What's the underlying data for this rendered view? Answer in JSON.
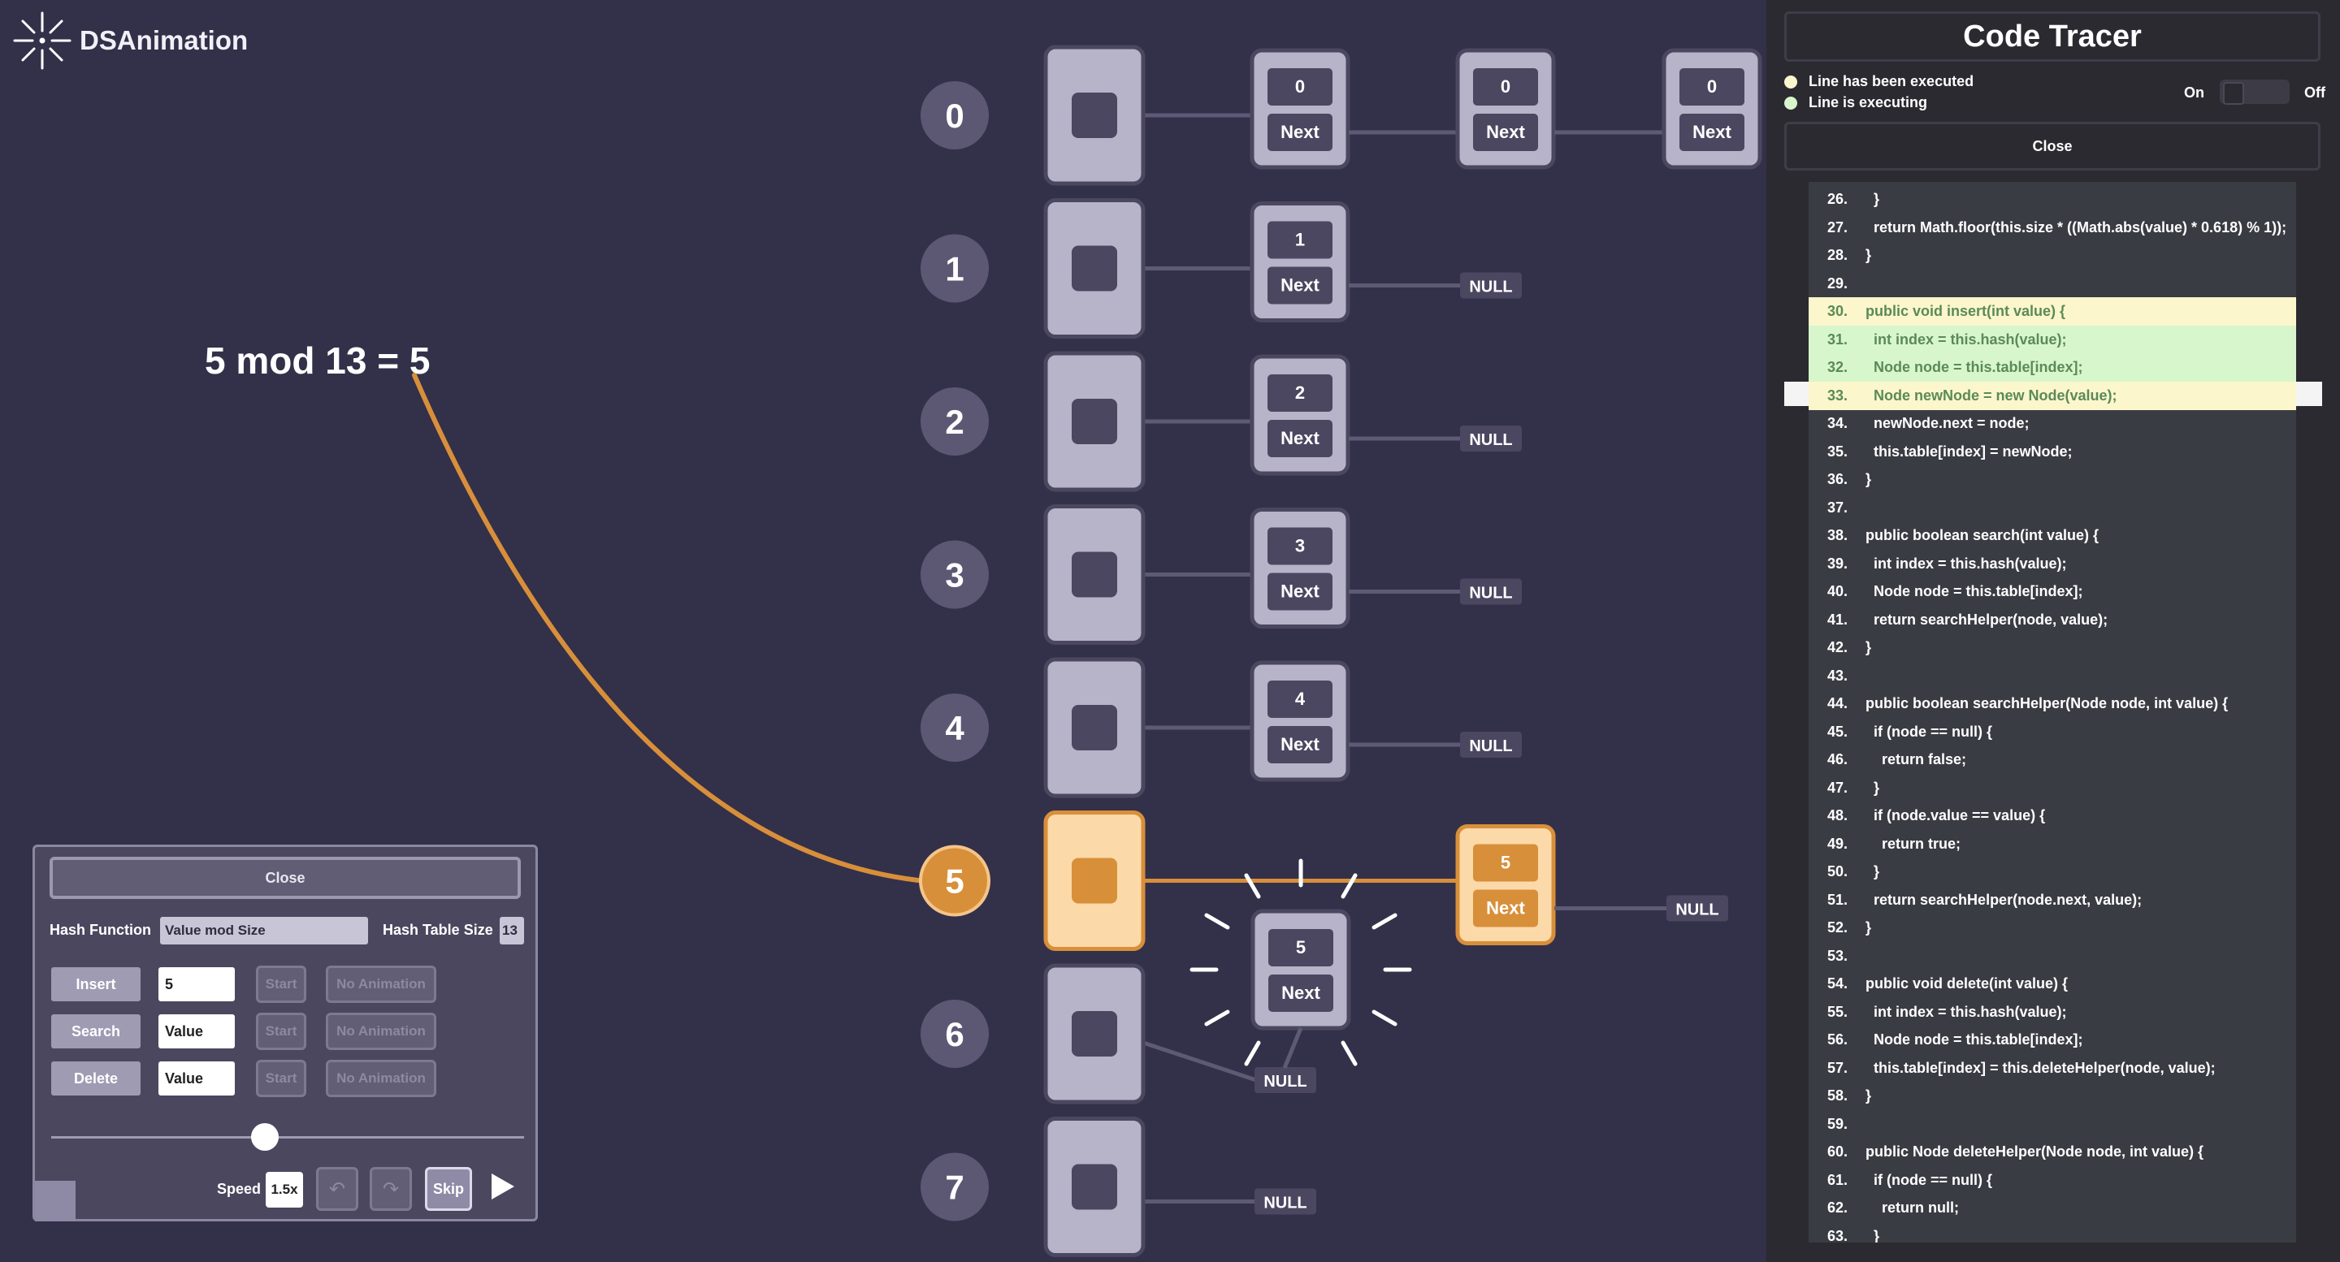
{
  "app": {
    "name": "DSAnimation"
  },
  "equation": "5 mod 13 = 5",
  "buckets": [
    {
      "index": "0",
      "highlight": false,
      "chain": [
        "0",
        "0",
        "0"
      ],
      "null_label": ""
    },
    {
      "index": "1",
      "highlight": false,
      "chain": [
        "1"
      ],
      "null_label": "NULL"
    },
    {
      "index": "2",
      "highlight": false,
      "chain": [
        "2"
      ],
      "null_label": "NULL"
    },
    {
      "index": "3",
      "highlight": false,
      "chain": [
        "3"
      ],
      "null_label": "NULL"
    },
    {
      "index": "4",
      "highlight": false,
      "chain": [
        "4"
      ],
      "null_label": "NULL"
    },
    {
      "index": "5",
      "highlight": true,
      "chain": [
        "5"
      ],
      "null_label": "NULL"
    },
    {
      "index": "6",
      "highlight": false,
      "chain": [],
      "null_label": "NULL"
    },
    {
      "index": "7",
      "highlight": false,
      "chain": [],
      "null_label": "NULL"
    }
  ],
  "node_next_label": "Next",
  "new_node": {
    "value": "5",
    "next_label": "Next"
  },
  "controls": {
    "close": "Close",
    "hash_function_label": "Hash Function",
    "hash_function_value": "Value mod Size",
    "table_size_label": "Hash Table Size",
    "table_size_value": "13",
    "operations": [
      {
        "action": "Insert",
        "input": "5",
        "start": "Start",
        "no_animation": "No Animation"
      },
      {
        "action": "Search",
        "input": "Value",
        "start": "Start",
        "no_animation": "No Animation"
      },
      {
        "action": "Delete",
        "input": "Value",
        "start": "Start",
        "no_animation": "No Animation"
      }
    ],
    "speed_label": "Speed",
    "speed_value": "1.5x",
    "skip": "Skip"
  },
  "tracer": {
    "title": "Code Tracer",
    "legend_executed": "Line has been executed",
    "legend_executing": "Line is executing",
    "toggle_on": "On",
    "toggle_off": "Off",
    "close": "Close",
    "colors": {
      "executed": "#fbf6cc",
      "executing": "#d8f6cc"
    },
    "lines": [
      {
        "num": "26.",
        "code": "    }",
        "state": ""
      },
      {
        "num": "27.",
        "code": "    return Math.floor(this.size * ((Math.abs(value) * 0.618) % 1));",
        "state": ""
      },
      {
        "num": "28.",
        "code": "  }",
        "state": ""
      },
      {
        "num": "29.",
        "code": "",
        "state": ""
      },
      {
        "num": "30.",
        "code": "  public void insert(int value) {",
        "state": "executed"
      },
      {
        "num": "31.",
        "code": "    int index = this.hash(value);",
        "state": "executing"
      },
      {
        "num": "32.",
        "code": "    Node node = this.table[index];",
        "state": "executing"
      },
      {
        "num": "33.",
        "code": "    Node newNode = new Node(value);",
        "state": "executed"
      },
      {
        "num": "34.",
        "code": "    newNode.next = node;",
        "state": ""
      },
      {
        "num": "35.",
        "code": "    this.table[index] = newNode;",
        "state": ""
      },
      {
        "num": "36.",
        "code": "  }",
        "state": ""
      },
      {
        "num": "37.",
        "code": "",
        "state": ""
      },
      {
        "num": "38.",
        "code": "  public boolean search(int value) {",
        "state": ""
      },
      {
        "num": "39.",
        "code": "    int index = this.hash(value);",
        "state": ""
      },
      {
        "num": "40.",
        "code": "    Node node = this.table[index];",
        "state": ""
      },
      {
        "num": "41.",
        "code": "    return searchHelper(node, value);",
        "state": ""
      },
      {
        "num": "42.",
        "code": "  }",
        "state": ""
      },
      {
        "num": "43.",
        "code": "",
        "state": ""
      },
      {
        "num": "44.",
        "code": "  public boolean searchHelper(Node node, int value) {",
        "state": ""
      },
      {
        "num": "45.",
        "code": "    if (node == null) {",
        "state": ""
      },
      {
        "num": "46.",
        "code": "      return false;",
        "state": ""
      },
      {
        "num": "47.",
        "code": "    }",
        "state": ""
      },
      {
        "num": "48.",
        "code": "    if (node.value == value) {",
        "state": ""
      },
      {
        "num": "49.",
        "code": "      return true;",
        "state": ""
      },
      {
        "num": "50.",
        "code": "    }",
        "state": ""
      },
      {
        "num": "51.",
        "code": "    return searchHelper(node.next, value);",
        "state": ""
      },
      {
        "num": "52.",
        "code": "  }",
        "state": ""
      },
      {
        "num": "53.",
        "code": "",
        "state": ""
      },
      {
        "num": "54.",
        "code": "  public void delete(int value) {",
        "state": ""
      },
      {
        "num": "55.",
        "code": "    int index = this.hash(value);",
        "state": ""
      },
      {
        "num": "56.",
        "code": "    Node node = this.table[index];",
        "state": ""
      },
      {
        "num": "57.",
        "code": "    this.table[index] = this.deleteHelper(node, value);",
        "state": ""
      },
      {
        "num": "58.",
        "code": "  }",
        "state": ""
      },
      {
        "num": "59.",
        "code": "",
        "state": ""
      },
      {
        "num": "60.",
        "code": "  public Node deleteHelper(Node node, int value) {",
        "state": ""
      },
      {
        "num": "61.",
        "code": "    if (node == null) {",
        "state": ""
      },
      {
        "num": "62.",
        "code": "      return null;",
        "state": ""
      },
      {
        "num": "63.",
        "code": "    }",
        "state": ""
      }
    ]
  }
}
